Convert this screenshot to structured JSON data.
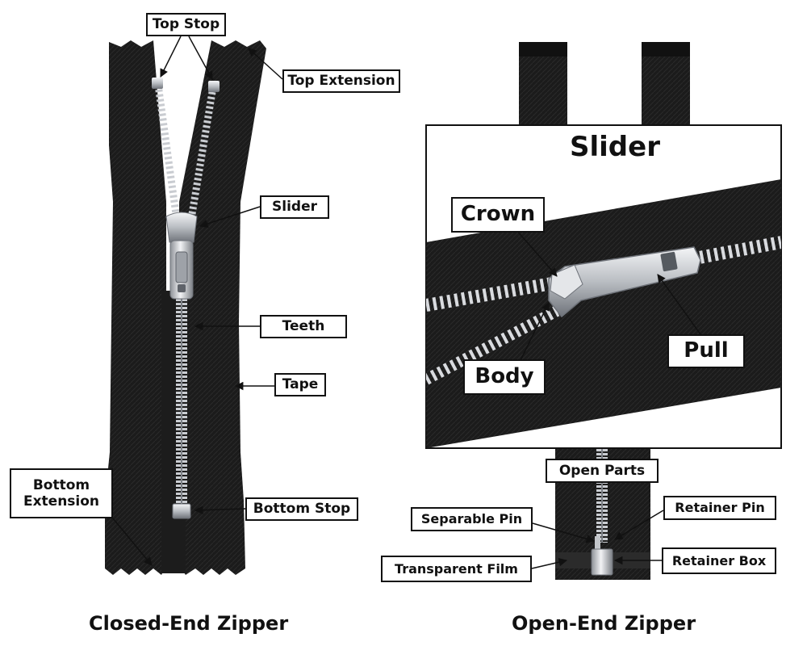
{
  "closed_end": {
    "caption": "Closed-End Zipper",
    "labels": {
      "top_stop": "Top Stop",
      "top_extension": "Top Extension",
      "slider": "Slider",
      "teeth": "Teeth",
      "tape": "Tape",
      "bottom_extension": "Bottom Extension",
      "bottom_stop": "Bottom Stop"
    }
  },
  "open_end": {
    "caption": "Open-End Zipper",
    "labels": {
      "open_parts": "Open Parts",
      "separable_pin": "Separable Pin",
      "retainer_pin": "Retainer Pin",
      "transparent_film": "Transparent Film",
      "retainer_box": "Retainer Box"
    }
  },
  "slider_detail": {
    "title": "Slider",
    "labels": {
      "crown": "Crown",
      "pull": "Pull",
      "body": "Body"
    }
  },
  "colors": {
    "tape": "#1a1a1a",
    "metal": "#c9ccd1",
    "metal_dark": "#8a8e94",
    "label_border": "#111111"
  }
}
